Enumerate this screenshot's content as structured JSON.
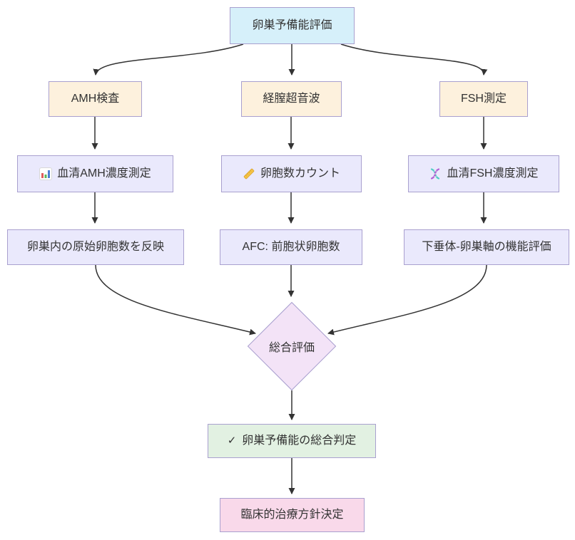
{
  "diagram": {
    "type": "flowchart",
    "direction": "top-down",
    "nodes": {
      "root": {
        "label": "卵巣予備能評価"
      },
      "amh": {
        "label": "AMH検査"
      },
      "ultrasound": {
        "label": "経膣超音波"
      },
      "fsh": {
        "label": "FSH測定"
      },
      "amh_measure": {
        "label": "血清AMH濃度測定",
        "icon": "bar-chart-icon"
      },
      "follicle_count": {
        "label": "卵胞数カウント",
        "icon": "ruler-icon"
      },
      "fsh_measure": {
        "label": "血清FSH濃度測定",
        "icon": "dna-icon"
      },
      "amh_meaning": {
        "label": "卵巣内の原始卵胞数を反映"
      },
      "afc": {
        "label": "AFC: 前胞状卵胞数"
      },
      "fsh_meaning": {
        "label": "下垂体-卵巣軸の機能評価"
      },
      "overall": {
        "label": "総合評価",
        "shape": "diamond"
      },
      "judgement": {
        "label": "卵巣予備能の総合判定",
        "icon": "check-icon",
        "check": "✓"
      },
      "decision": {
        "label": "臨床的治療方針決定"
      }
    },
    "edges": [
      {
        "from": "root",
        "to": "amh"
      },
      {
        "from": "root",
        "to": "ultrasound"
      },
      {
        "from": "root",
        "to": "fsh"
      },
      {
        "from": "amh",
        "to": "amh_measure"
      },
      {
        "from": "ultrasound",
        "to": "follicle_count"
      },
      {
        "from": "fsh",
        "to": "fsh_measure"
      },
      {
        "from": "amh_measure",
        "to": "amh_meaning"
      },
      {
        "from": "follicle_count",
        "to": "afc"
      },
      {
        "from": "fsh_measure",
        "to": "fsh_meaning"
      },
      {
        "from": "amh_meaning",
        "to": "overall"
      },
      {
        "from": "afc",
        "to": "overall"
      },
      {
        "from": "fsh_meaning",
        "to": "overall"
      },
      {
        "from": "overall",
        "to": "judgement"
      },
      {
        "from": "judgement",
        "to": "decision"
      }
    ],
    "colors": {
      "root_fill": "#d6f0fa",
      "branch_fill": "#fdf1dd",
      "process_fill": "#eae9fc",
      "diamond_fill": "#f3e3f7",
      "success_fill": "#e2f1e2",
      "decision_fill": "#f9d9ea",
      "node_border": "#a9a0cf",
      "edge_stroke": "#333333",
      "text": "#333333"
    }
  }
}
